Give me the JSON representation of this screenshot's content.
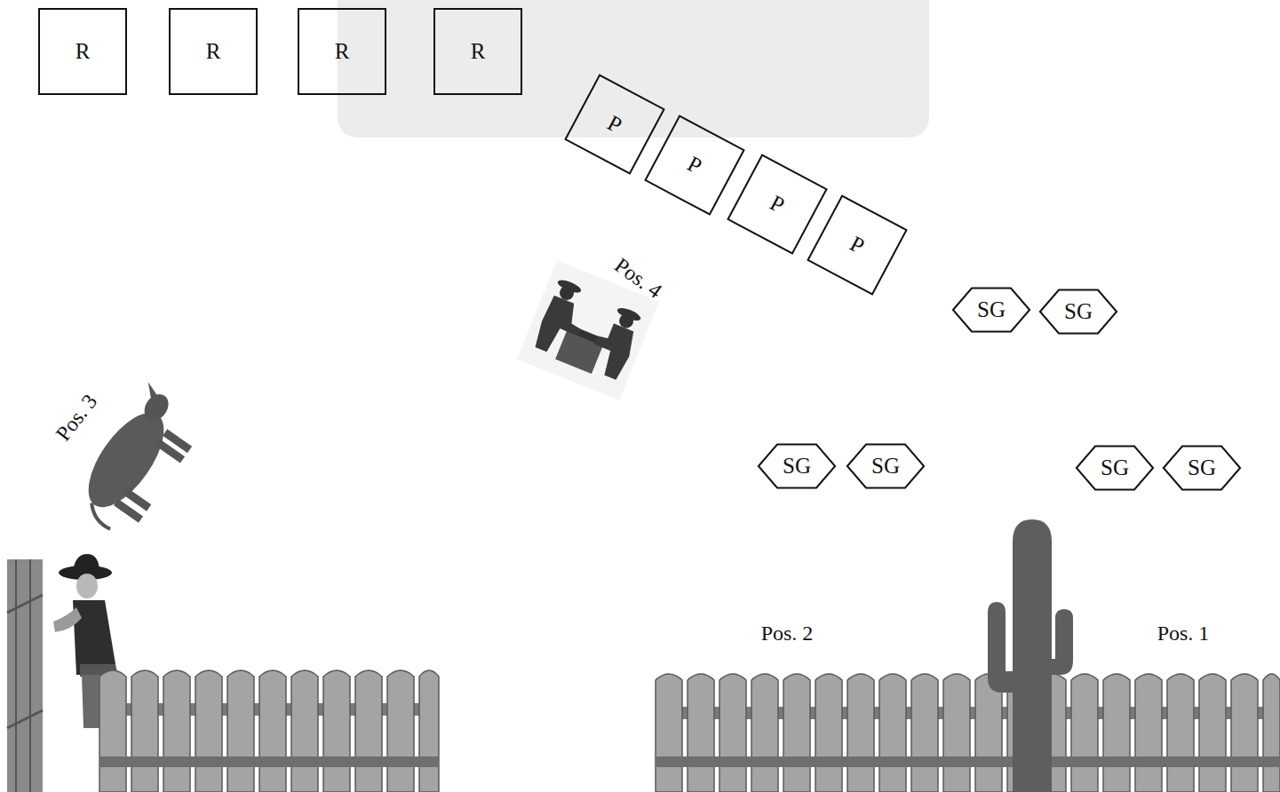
{
  "diagram": {
    "nodes": [
      {
        "text": [
          "R"
        ]
      },
      {
        "text": [
          "R"
        ]
      },
      {
        "text": [
          "R"
        ]
      },
      {
        "text": [
          "R"
        ]
      },
      {
        "text": [
          "P"
        ]
      },
      {
        "text": [
          "P"
        ]
      },
      {
        "text": [
          "P"
        ]
      },
      {
        "text": [
          "P"
        ]
      },
      {
        "text": [
          "SG"
        ]
      },
      {
        "text": [
          "SG"
        ]
      },
      {
        "text": [
          "SG"
        ]
      },
      {
        "text": [
          "SG"
        ]
      },
      {
        "text": [
          "SG"
        ]
      },
      {
        "text": [
          "SG"
        ]
      }
    ],
    "labels": [
      "Pos. 4",
      "Pos. 3",
      "Pos. 2",
      "Pos. 1"
    ]
  }
}
